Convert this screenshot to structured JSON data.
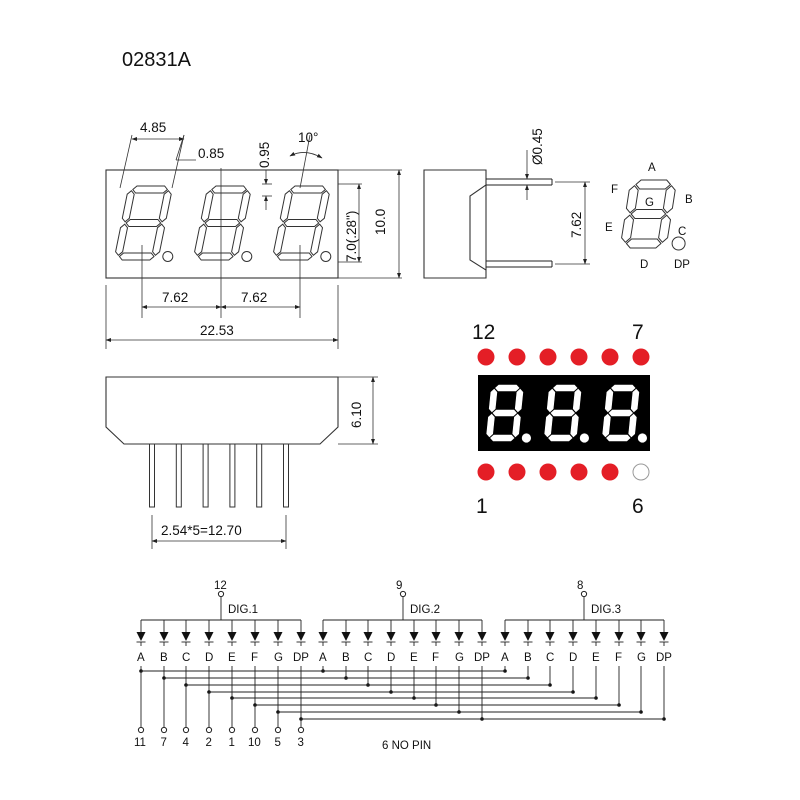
{
  "title": "02831A",
  "front_view": {
    "dims": [
      "4.85",
      "0.85",
      "0.95",
      "10°",
      "7.0(.28\")",
      "10.0",
      "7.62",
      "7.62",
      "22.53"
    ]
  },
  "side_view": {
    "dims": [
      "Ø0.45",
      "7.62"
    ]
  },
  "bottom_view": {
    "dims": [
      "6.10",
      "2.54*5=12.70"
    ]
  },
  "segment_legend": {
    "labels": [
      "A",
      "F",
      "G",
      "B",
      "E",
      "C",
      "D",
      "DP"
    ]
  },
  "pin_view": {
    "top_left": "12",
    "top_right": "7",
    "bottom_left": "1",
    "bottom_right": "6",
    "colors": {
      "pin": "#e41e26",
      "display": "#000000",
      "segment": "#ffffff"
    }
  },
  "schematic": {
    "digits": [
      {
        "label": "DIG.1",
        "pin": "12"
      },
      {
        "label": "DIG.2",
        "pin": "9"
      },
      {
        "label": "DIG.3",
        "pin": "8"
      }
    ],
    "segment_labels": [
      "A",
      "B",
      "C",
      "D",
      "E",
      "F",
      "G",
      "DP"
    ],
    "bottom_pins": [
      "11",
      "7",
      "4",
      "2",
      "1",
      "10",
      "5",
      "3"
    ],
    "note": "6  NO  PIN"
  }
}
